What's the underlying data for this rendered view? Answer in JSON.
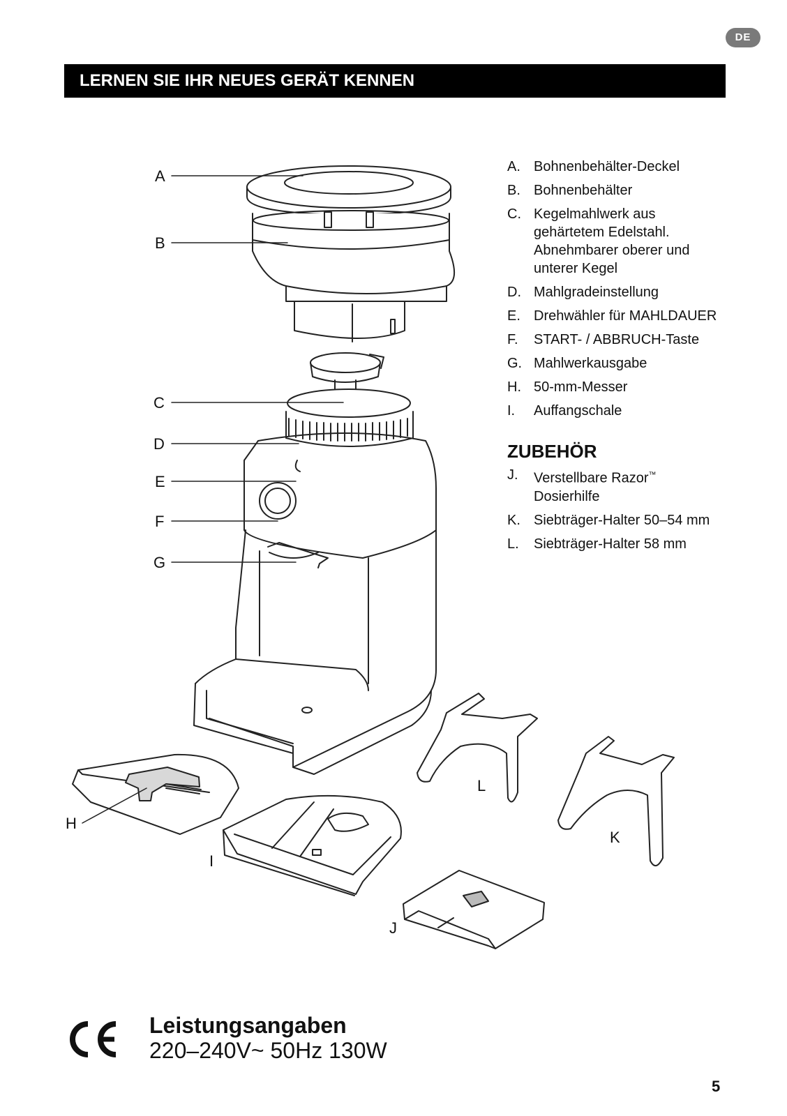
{
  "lang_badge": "DE",
  "header": {
    "title": "LERNEN SIE IHR NEUES GERÄT KENNEN"
  },
  "callouts": [
    "A",
    "B",
    "C",
    "D",
    "E",
    "F",
    "G",
    "H",
    "I",
    "J",
    "K",
    "L"
  ],
  "parts": [
    {
      "key": "A.",
      "text": "Bohnenbehälter-Deckel"
    },
    {
      "key": "B.",
      "text": "Bohnenbehälter"
    },
    {
      "key": "C.",
      "text": "Kegelmahlwerk aus gehärtetem Edelstahl. Abnehmbarer oberer und unterer Kegel"
    },
    {
      "key": "D.",
      "text": "Mahlgradeinstellung"
    },
    {
      "key": "E.",
      "text": "Drehwähler für MAHLDAUER"
    },
    {
      "key": "F.",
      "text": "START- / ABBRUCH-Taste"
    },
    {
      "key": "G.",
      "text": "Mahlwerkausgabe"
    },
    {
      "key": "H.",
      "text": "50-mm-Messer"
    },
    {
      "key": "I.",
      "text": "Auffangschale"
    }
  ],
  "accessories": {
    "title": "ZUBEHÖR",
    "items": [
      {
        "key": "J.",
        "text": "Verstellbare Razor",
        "suffix": "™",
        "text2": "Dosierhilfe"
      },
      {
        "key": "K.",
        "text": "Siebträger-Halter 50–54 mm"
      },
      {
        "key": "L.",
        "text": "Siebträger-Halter 58 mm"
      }
    ]
  },
  "ce_mark": "CE",
  "ratings": {
    "title": "Leistungsangaben",
    "value": "220–240V~ 50Hz 130W"
  },
  "page_number": "5"
}
